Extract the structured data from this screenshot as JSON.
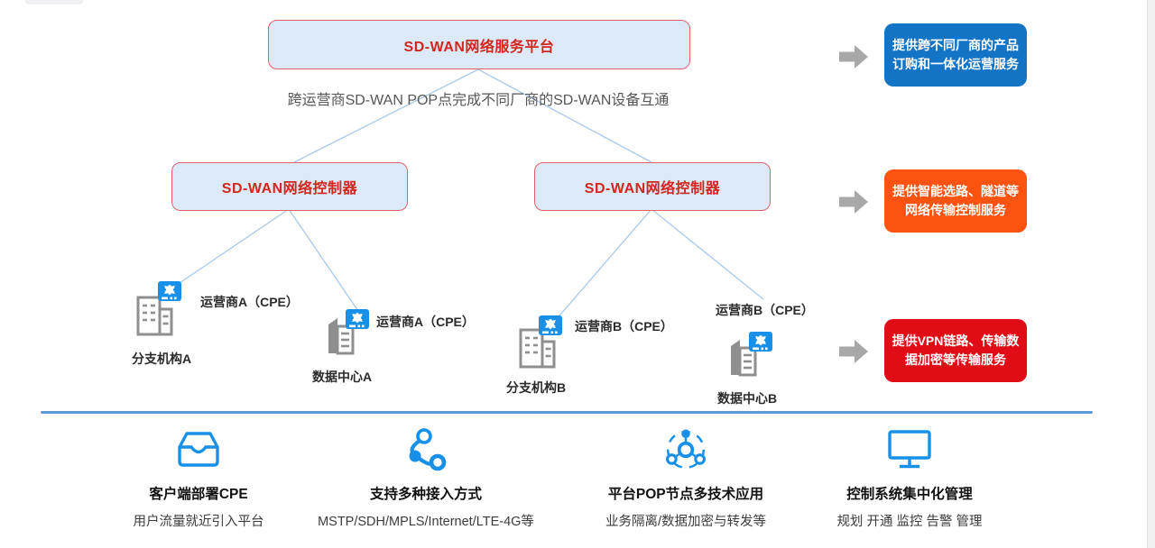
{
  "colors": {
    "node_box_bg": "#dce9f6",
    "node_box_border": "#e0606b",
    "node_text_red": "#d2261e",
    "benefit_blue": "#1373c4",
    "benefit_orange": "#fc5310",
    "benefit_red": "#e00d16",
    "icon_blue": "#1890e8",
    "building_gray": "#8f8f8f",
    "divider_blue": "#5b9bd5",
    "connector_blue": "#a9c9ec",
    "arrow_gray": "#a8a8a8"
  },
  "diagram": {
    "platform": {
      "label": "SD-WAN网络服务平台"
    },
    "caption": "跨运营商SD-WAN POP点完成不同厂商的SD-WAN设备互通",
    "controllers": [
      {
        "label": "SD-WAN网络控制器"
      },
      {
        "label": "SD-WAN网络控制器"
      }
    ],
    "sites": [
      {
        "cpe_label": "运营商A（CPE）",
        "name": "分支机构A",
        "type": "branch"
      },
      {
        "cpe_label": "运营商A（CPE）",
        "name": "数据中心A",
        "type": "datacenter"
      },
      {
        "cpe_label": "运营商B（CPE）",
        "name": "分支机构B",
        "type": "branch"
      },
      {
        "cpe_label": "运营商B（CPE）",
        "name": "数据中心B",
        "type": "datacenter"
      }
    ],
    "benefits": [
      {
        "line1": "提供跨不同厂商的产品",
        "line2": "订购和一体化运营服务",
        "color": "#1373c4"
      },
      {
        "line1": "提供智能选路、隧道等",
        "line2": "网络传输控制服务",
        "color": "#fc5310"
      },
      {
        "line1": "提供VPN链路、传输数",
        "line2": "据加密等传输服务",
        "color": "#e00d16"
      }
    ]
  },
  "features": [
    {
      "title": "客户端部署CPE",
      "desc": "用户流量就近引入平台",
      "icon": "tray-icon"
    },
    {
      "title": "支持多种接入方式",
      "desc": "MSTP/SDH/MPLS/Internet/LTE-4G等",
      "icon": "route-nodes-icon"
    },
    {
      "title": "平台POP节点多技术应用",
      "desc": "业务隔离/数据加密与转发等",
      "icon": "hub-icon"
    },
    {
      "title": "控制系统集中化管理",
      "desc": "规划 开通 监控 告警 管理",
      "icon": "monitor-icon"
    }
  ]
}
